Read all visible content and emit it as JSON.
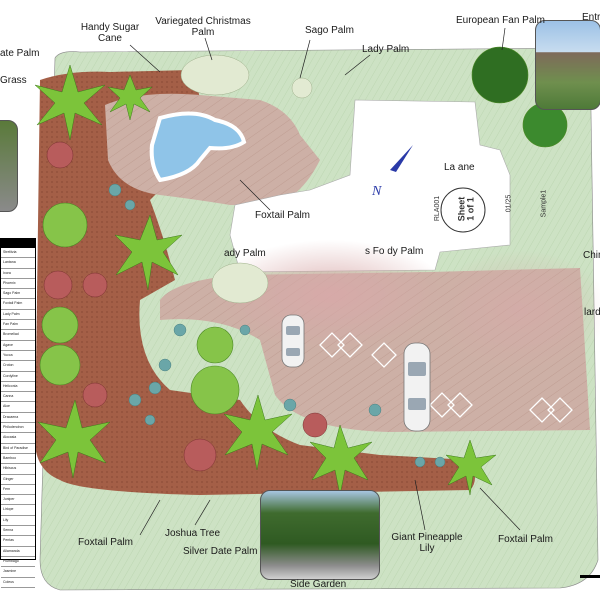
{
  "labels": {
    "handy_sugar_cane": "Handy Sugar\nCane",
    "variegated_christmas_palm": "Variegated Christmas\nPalm",
    "sago_palm": "Sago Palm",
    "lady_palm_top": "Lady Palm",
    "european_fan_palm": "European Fan Palm",
    "entry_partial": "Entr",
    "date_palm_partial": "ate Palm",
    "grass_partial": "Grass",
    "foxtail_palm_center": "Foxtail Palm",
    "lady_palm_mid": "ady Palm",
    "foxy_palm_partial": "s Fo  dy Palm",
    "chin_partial": "Chin",
    "lard_partial": "lard",
    "lacane_partial": "La  ane",
    "foxtail_palm_bottom_left": "Foxtail Palm",
    "joshua_tree": "Joshua Tree",
    "silver_date_palm": "Silver Date Palm",
    "side_garden": "Side Garden",
    "giant_pineapple_lily": "Giant Pineapple\nLily",
    "foxtail_palm_bottom_right": "Foxtail Palm"
  },
  "sheet": {
    "line1": "Sheet",
    "line2": "1 of 1",
    "code1": "RLA001",
    "code2": "01/25",
    "code3": "Sample1"
  },
  "legend": {
    "rows": [
      "Strelitzia",
      "Lantana",
      "Ixora",
      "Phoenix",
      "Sago Palm",
      "Foxtail Palm",
      "Lady Palm",
      "Fan Palm",
      "Bromeliad",
      "Agave",
      "Yucca",
      "Croton",
      "Cordyline",
      "Heliconia",
      "Canna",
      "Aloe",
      "Dracaena",
      "Philodendron",
      "Alocasia",
      "Bird of Paradise",
      "Bamboo",
      "Hibiscus",
      "Ginger",
      "Fern",
      "Juniper",
      "Liriope",
      "Lily",
      "Senna",
      "Pentas",
      "Allamanda",
      "Plumbago",
      "Jasmine",
      "Coleus"
    ]
  },
  "colors": {
    "lawn": "#cfe3c6",
    "paver": "#c9a79a",
    "mulch": "#a8624a",
    "water": "#8fc4e8",
    "palm": "#7cc43a",
    "pink_plant": "#b85c5c"
  }
}
